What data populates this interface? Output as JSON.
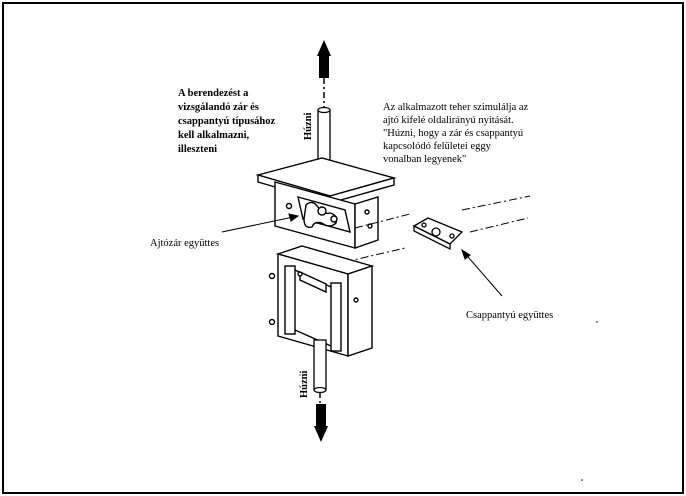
{
  "labels": {
    "note_left": [
      "A berendezést a",
      "vizsgálandó zár és",
      "csappantyú típusához",
      "kell alkalmazni,",
      "illeszteni"
    ],
    "note_right": [
      "Az alkalmazott teher szimulálja az",
      "ajtó kifelé oldalirányú nyitását.",
      "\"Húzni, hogy a zár és csappantyú",
      "kapcsolódó felületei eggy",
      "vonalban legyenek\""
    ],
    "pull_top": "Húzni",
    "pull_bottom": "Húzni",
    "door_lock": "Ajtózár együttes",
    "striker": "Csappantyú együttes"
  }
}
